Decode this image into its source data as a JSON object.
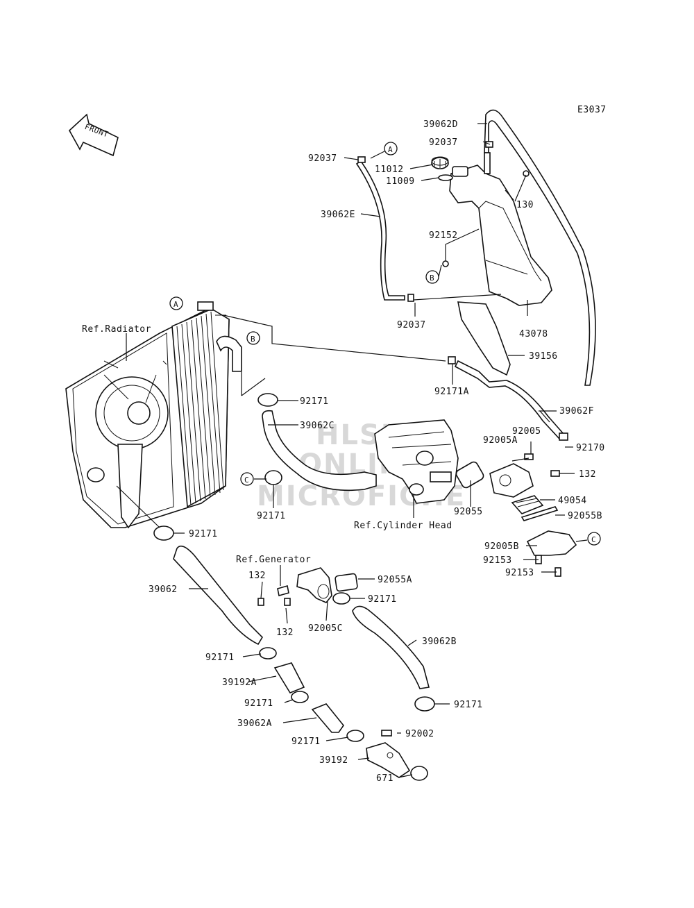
{
  "diagram_code": "E3037",
  "front_label": "FRONT",
  "watermark": {
    "line1": "HLSM",
    "line2": "ONLINE",
    "line3": "MICROFICHE"
  },
  "refs": {
    "radiator": "Ref.Radiator",
    "cylinder_head": "Ref.Cylinder Head",
    "generator": "Ref.Generator"
  },
  "connectors": {
    "a": "A",
    "b": "B",
    "c": "C"
  },
  "parts": {
    "p39062D": "39062D",
    "p92037_top": "92037",
    "p92037_left": "92037",
    "p11012": "11012",
    "p11009": "11009",
    "p130": "130",
    "p39062E": "39062E",
    "p92152": "92152",
    "p92037_bottom": "92037",
    "p43078": "43078",
    "p39156": "39156",
    "p92171A": "92171A",
    "p39062F": "39062F",
    "p92171_upper": "92171",
    "p39062C": "39062C",
    "p92005": "92005",
    "p92005A": "92005A",
    "p92170": "92170",
    "p132_right": "132",
    "p49054": "49054",
    "p92055B": "92055B",
    "p92171_c": "92171",
    "p92055": "92055",
    "p92005B": "92005B",
    "p92153_a": "92153",
    "p92153_b": "92153",
    "p92171_rad": "92171",
    "p92055A": "92055A",
    "p39062": "39062",
    "p132_gen": "132",
    "p92171_gen": "92171",
    "p132_lower": "132",
    "p92005C": "92005C",
    "p39062B": "39062B",
    "p92171_l1": "92171",
    "p39192A": "39192A",
    "p92171_l2": "92171",
    "p92171_r": "92171",
    "p39062A": "39062A",
    "p92002": "92002",
    "p92171_l3": "92171",
    "p39192": "39192",
    "p671": "671"
  }
}
